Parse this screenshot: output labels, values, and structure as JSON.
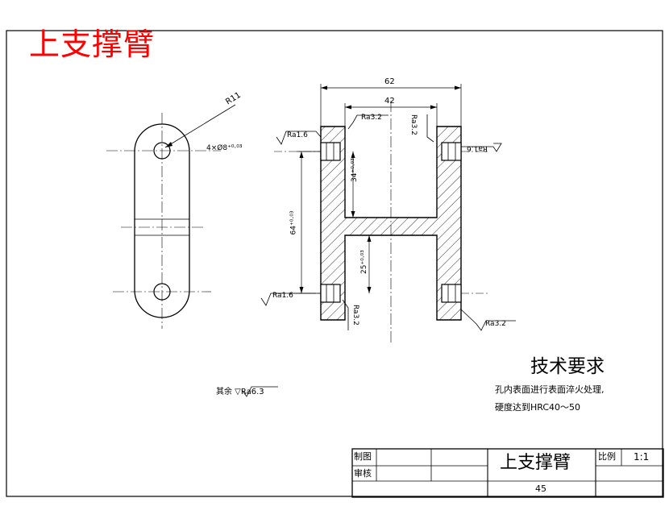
{
  "header": {
    "title": "上支撑臂"
  },
  "left_view": {
    "radius_label": "R11",
    "hole_label": "4×Ø8⁺⁰·⁰³"
  },
  "section": {
    "dim_total_width": "62",
    "dim_inner_width": "42",
    "dim_total_height": "64⁺⁰·⁰³",
    "dim_upper_gap": "34⁺⁰·⁰³",
    "dim_lower_gap": "25⁺⁰·⁰³",
    "rough_top_left": "Ra1.6",
    "rough_top_center": "Ra3.2",
    "rough_top_right_a": "Ra3.2",
    "rough_top_right_b": "Ra1.6",
    "rough_bottom_left": "Ra1.6",
    "rough_bottom_center": "Ra3.2",
    "rough_bottom_right": "Ra3.2",
    "other_surfaces": "其余 ▽Ra6.3"
  },
  "tech_requirements": {
    "heading": "技术要求",
    "line1": "孔内表面进行表面淬火处理,",
    "line2": "硬度达到HRC40～50"
  },
  "title_block": {
    "drawn_label": "制图",
    "checked_label": "审核",
    "part_name": "上支撑臂",
    "scale_label": "比例",
    "scale_value": "1:1",
    "drawing_number": "45"
  }
}
